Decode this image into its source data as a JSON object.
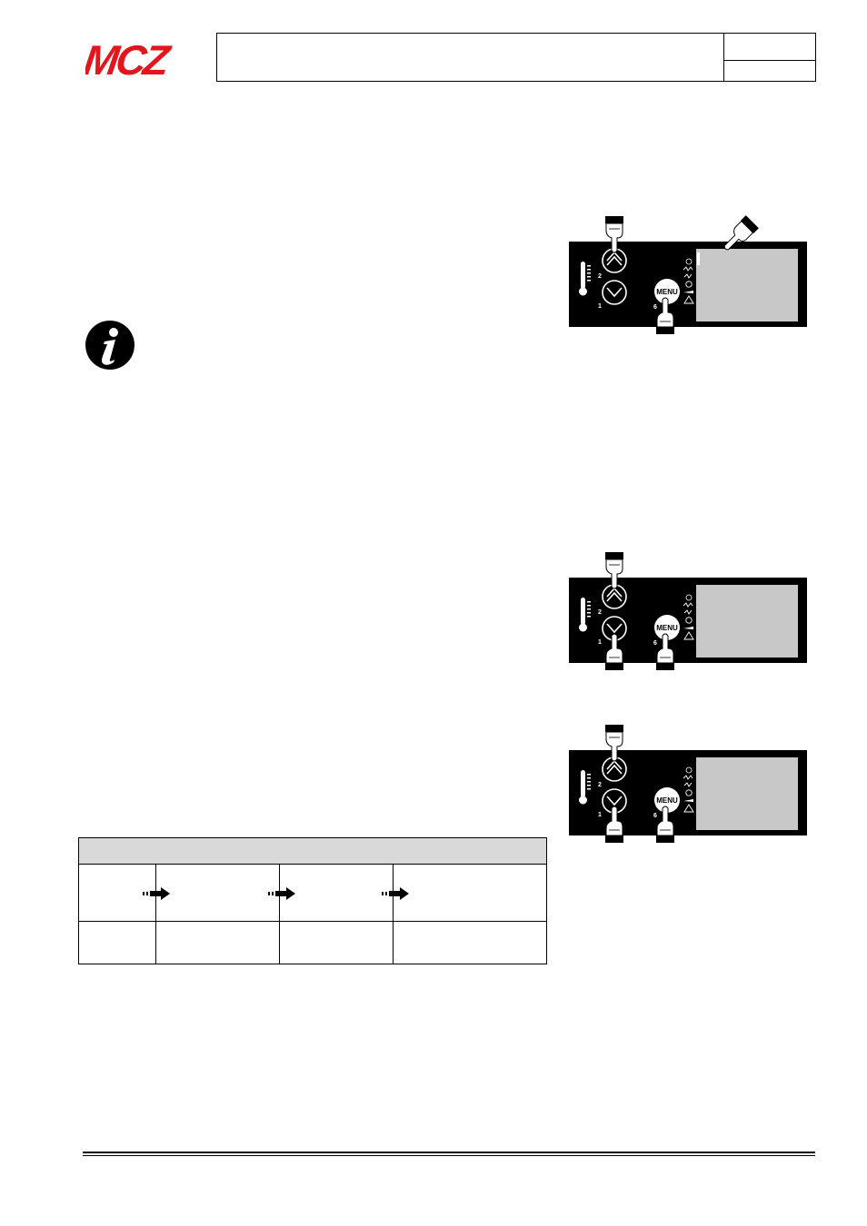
{
  "brand": {
    "logo_text": "MCZ",
    "logo_color": "#e3161e"
  },
  "colors": {
    "panel_bg": "#000000",
    "display_bg": "#c8c8c8",
    "table_header_bg": "#d9d9d9"
  },
  "panels": [
    {
      "id": "panel-1",
      "up_key_number": "2",
      "down_key_number": "1",
      "menu_label": "MENU",
      "menu_key_number": "6",
      "pressed": [
        "up",
        "menu",
        "display"
      ]
    },
    {
      "id": "panel-2",
      "up_key_number": "2",
      "down_key_number": "1",
      "menu_label": "MENU",
      "menu_key_number": "6",
      "pressed": [
        "up",
        "down",
        "menu"
      ]
    },
    {
      "id": "panel-3",
      "up_key_number": "2",
      "down_key_number": "1",
      "menu_label": "MENU",
      "menu_key_number": "6",
      "pressed": [
        "up",
        "down",
        "menu"
      ]
    }
  ],
  "icons": {
    "info": "info-icon",
    "arrow": "arrow-right-icon",
    "thermometer": "thermometer-icon",
    "up": "chevron-up-icon",
    "down": "chevron-down-icon",
    "hand": "pointing-hand-icon"
  }
}
